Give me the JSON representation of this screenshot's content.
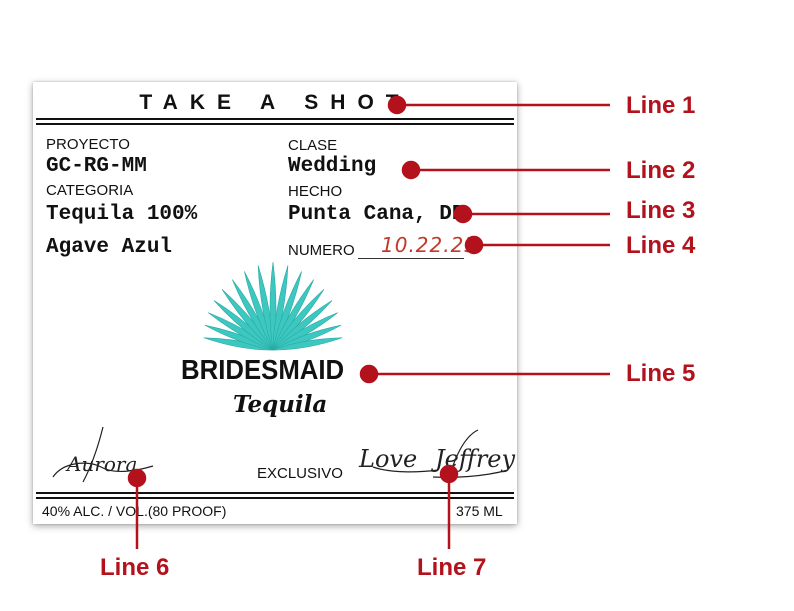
{
  "label": {
    "title": "TAKE A SHOT",
    "proyecto_label": "PROYECTO",
    "proyecto_value": "GC-RG-MM",
    "clase_label": "CLASE",
    "clase_value": "Wedding",
    "categoria_label": "CATEGORIA",
    "categoria_value_1": "Tequila 100%",
    "categoria_value_2": "Agave Azul",
    "hecho_label": "HECHO",
    "hecho_value": "Punta Cana, DR",
    "numero_label": "NUMERO",
    "numero_value": "10.22.23",
    "brand": "BRIDESMAID",
    "brand_sub": "Tequila",
    "signature_left": "Aurora",
    "exclusivo_label": "EXCLUSIVO",
    "signature_right_1": "Love",
    "signature_right_2": "Jeffrey",
    "abv": "40% ALC. / VOL.(80 PROOF)",
    "volume": "375 ML"
  },
  "annotations": [
    "Line 1",
    "Line 2",
    "Line 3",
    "Line 4",
    "Line 5",
    "Line 6",
    "Line 7"
  ],
  "colors": {
    "annotation": "#b3121d",
    "agave": "#3cc8c0",
    "date_ink": "#c0392b"
  }
}
